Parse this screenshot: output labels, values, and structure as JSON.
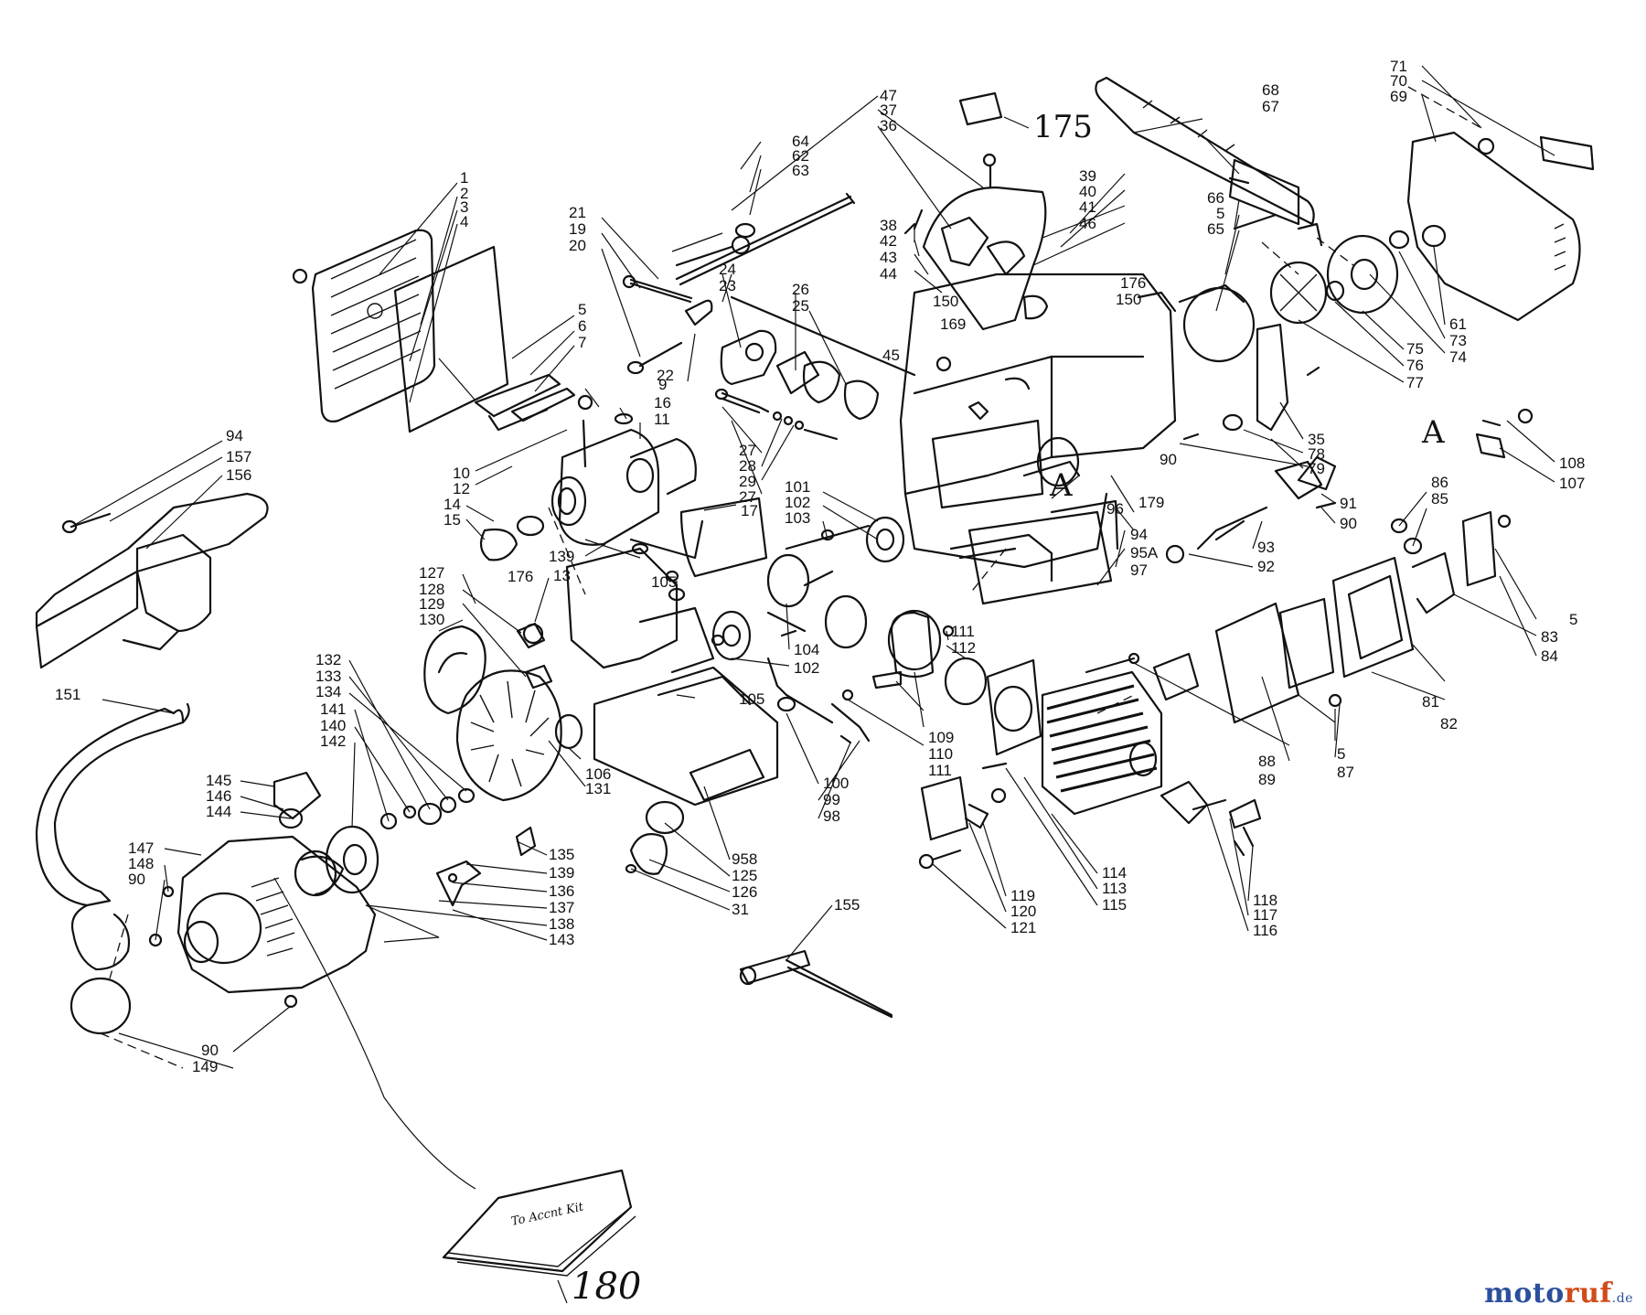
{
  "watermark": {
    "part1": "moto",
    "part2": "ruf",
    "part3": ".de"
  },
  "handwritten_note": "To Accnt Kit",
  "labels": {
    "l1": "1",
    "l2": "2",
    "l3": "3",
    "l4": "4",
    "l5a": "5",
    "l6": "6",
    "l7": "7",
    "l9": "9",
    "l16": "16",
    "l11": "11",
    "l10": "10",
    "l12": "12",
    "l14": "14",
    "l15": "15",
    "l139a": "139",
    "l13": "13",
    "l17": "17",
    "l21": "21",
    "l19": "19",
    "l20": "20",
    "l22": "22",
    "l24": "24",
    "l23": "23",
    "l26": "26",
    "l25": "25",
    "l27a": "27",
    "l28": "28",
    "l29": "29",
    "l27b": "27",
    "l64": "64",
    "l62": "62",
    "l63": "63",
    "l47": "47",
    "l37": "37",
    "l36": "36",
    "l175": "175",
    "l38": "38",
    "l42": "42",
    "l43": "43",
    "l44": "44",
    "l39": "39",
    "l40": "40",
    "l41": "41",
    "l46": "46",
    "l176a": "176",
    "l150a": "150",
    "l150b": "150",
    "l169": "169",
    "l45": "45",
    "l68": "68",
    "l67": "67",
    "l71": "71",
    "l70": "70",
    "l69": "69",
    "l66": "66",
    "l5b": "5",
    "l65": "65",
    "l61": "61",
    "l73": "73",
    "l74": "74",
    "l75": "75",
    "l76": "76",
    "l77": "77",
    "l35": "35",
    "l78": "78",
    "l79": "79",
    "lA1": "A",
    "l108": "108",
    "l107": "107",
    "l90a": "90",
    "l91": "91",
    "l90b": "90",
    "l96": "96",
    "l179": "179",
    "l93": "93",
    "l92": "92",
    "l94a": "94",
    "l95A": "95A",
    "l97": "97",
    "l86": "86",
    "l85": "85",
    "l5c": "5",
    "l83": "83",
    "l84": "84",
    "l81": "81",
    "l82": "82",
    "l88": "88",
    "l89": "89",
    "l5d": "5",
    "l87": "87",
    "l101": "101",
    "l102a": "102",
    "l103": "103",
    "l104": "104",
    "l102b": "102",
    "l105a": "105",
    "l105b": "105",
    "l106": "106",
    "l111a": "111",
    "l112": "112",
    "l109": "109",
    "l110": "110",
    "l111b": "111",
    "l100": "100",
    "l99": "99",
    "l98": "98",
    "l114": "114",
    "l113": "113",
    "l115": "115",
    "l118": "118",
    "l117": "117",
    "l116": "116",
    "l119": "119",
    "l120": "120",
    "l121": "121",
    "l94b": "94",
    "l157": "157",
    "l156": "156",
    "l127": "127",
    "l176b": "176",
    "l128": "128",
    "l129": "129",
    "l130": "130",
    "l131": "131",
    "l132": "132",
    "l133": "133",
    "l134": "134",
    "l141": "141",
    "l140": "140",
    "l142": "142",
    "l151": "151",
    "l145": "145",
    "l146": "146",
    "l144": "144",
    "l147": "147",
    "l148": "148",
    "l90c": "90",
    "l135": "135",
    "l139b": "139",
    "l136": "136",
    "l137": "137",
    "l138": "138",
    "l143": "143",
    "l958": "958",
    "l125": "125",
    "l126": "126",
    "l31": "31",
    "l155": "155",
    "l90d": "90",
    "l149": "149",
    "lA2": "A",
    "l180": "180"
  }
}
